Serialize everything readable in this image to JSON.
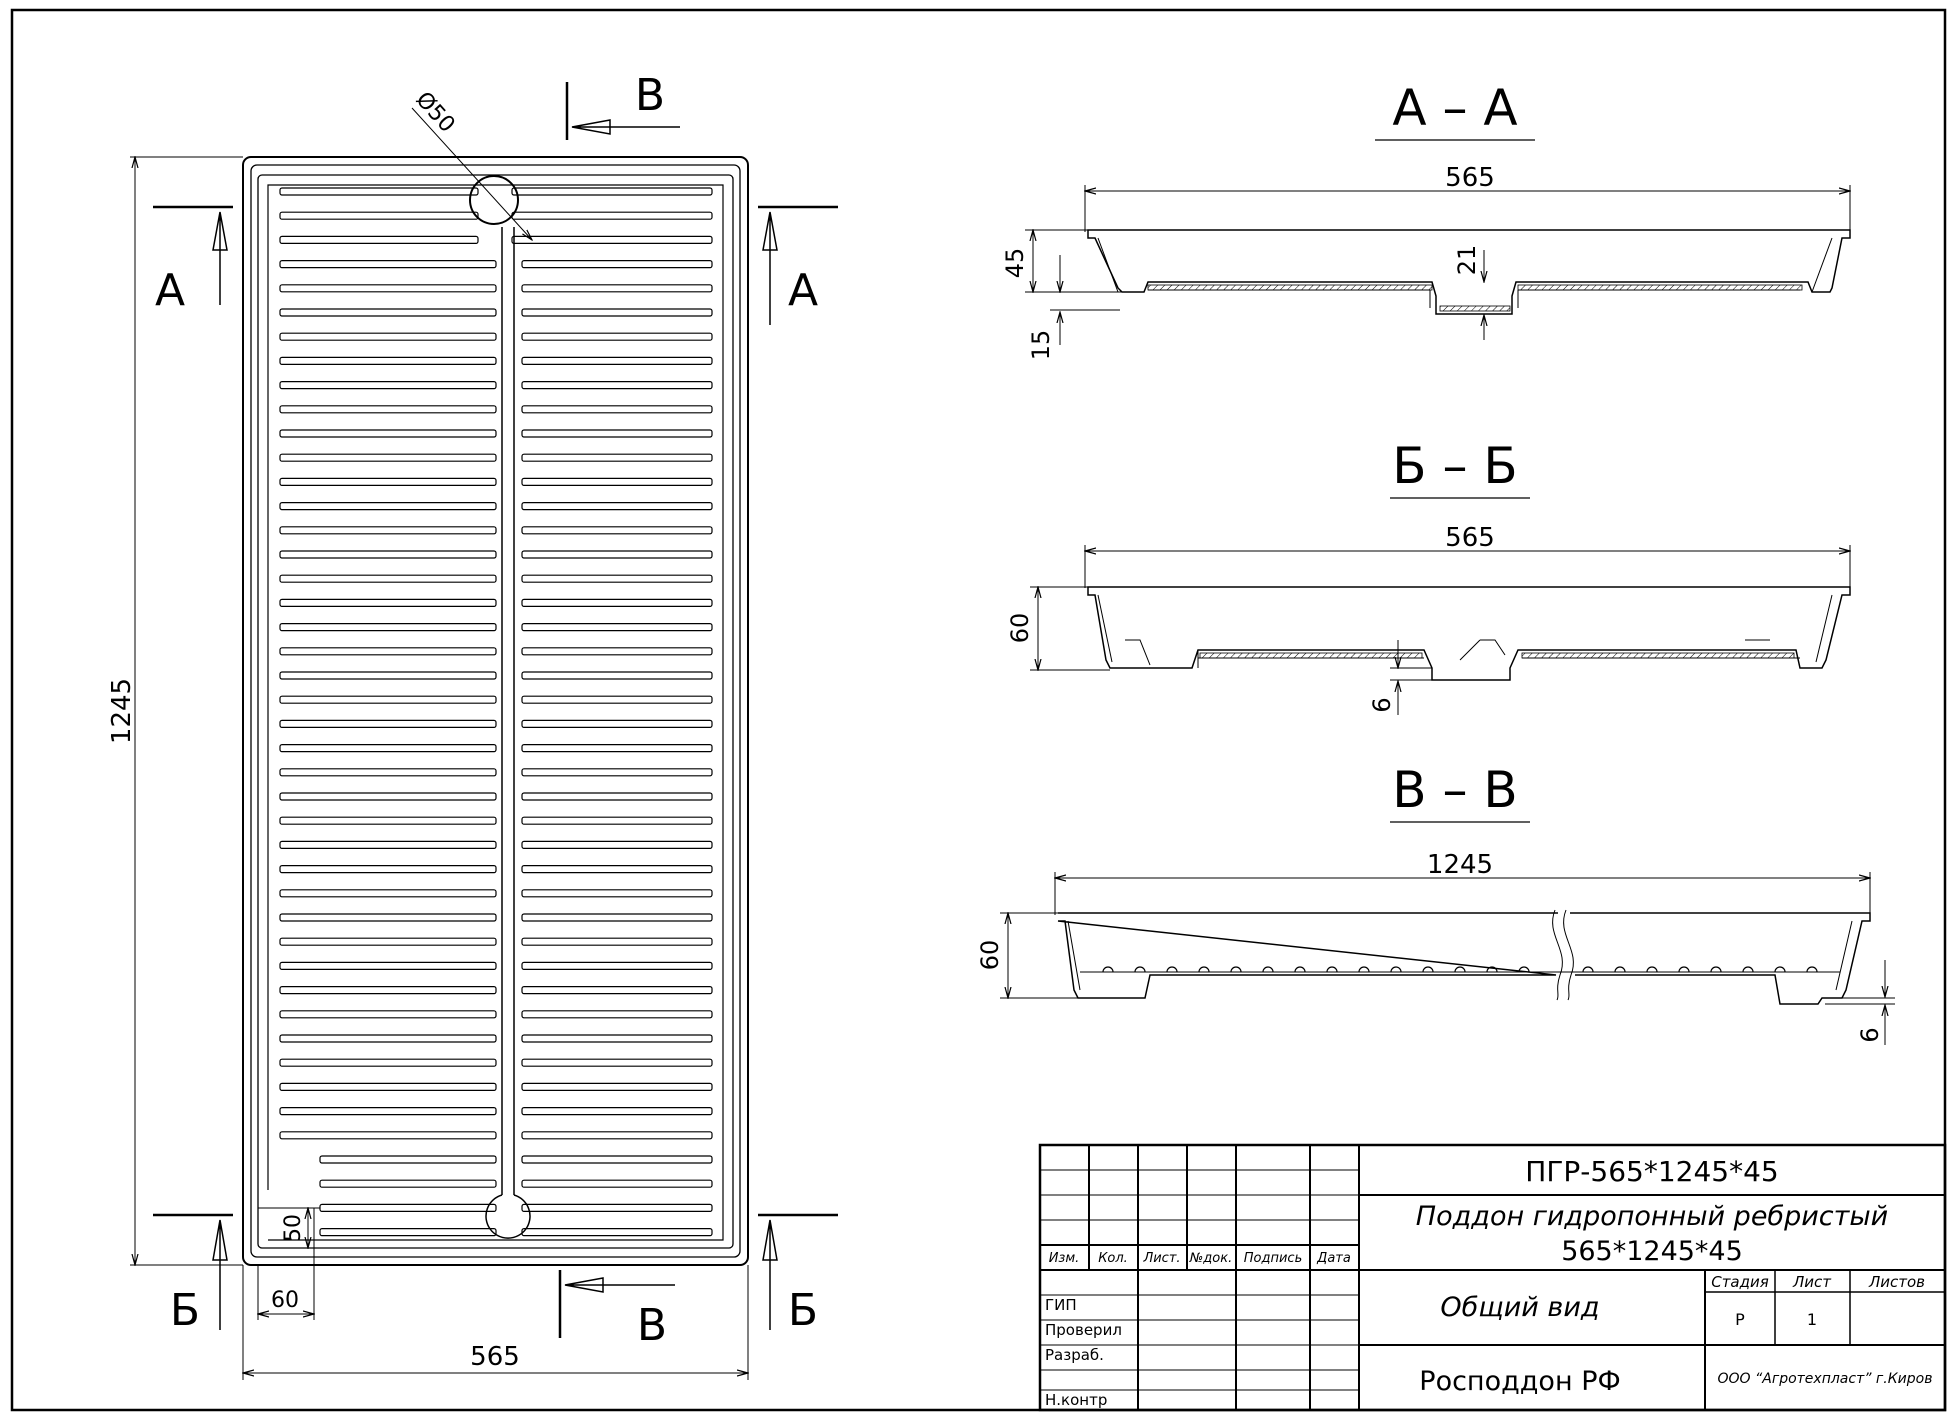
{
  "plan_view": {
    "dim_overall_length": "1245",
    "dim_overall_width": "565",
    "dim_drain_diameter": "Ø50",
    "dim_offset_50": "50",
    "dim_offset_60": "60",
    "section_a_label": "А",
    "section_b_label": "Б",
    "section_v_label": "В"
  },
  "section_aa": {
    "title": "А – А",
    "dim_width": "565",
    "dim_height": "45",
    "dim_base": "15",
    "dim_channel": "21"
  },
  "section_bb": {
    "title": "Б – Б",
    "dim_width": "565",
    "dim_height": "60",
    "dim_step": "6"
  },
  "section_vv": {
    "title": "В – В",
    "dim_length": "1245",
    "dim_height": "60",
    "dim_step": "6"
  },
  "title_block": {
    "doc_code": "ПГР-565*1245*45",
    "product_name_line1": "Поддон гидропонный ребристый",
    "product_name_line2": "565*1245*45",
    "view_name": "Общий вид",
    "brand": "Роcподдон РФ",
    "organization": "ООО “Агротехпласт” г.Киров",
    "stage_header": "Стадия",
    "sheet_header": "Лист",
    "sheets_header": "Листов",
    "stage_value": "Р",
    "sheet_value": "1",
    "sheets_value": "",
    "col_izm": "Изм.",
    "col_kol": "Кол.",
    "col_list": "Лист.",
    "col_ndok": "№док.",
    "col_podpis": "Подпись",
    "col_data": "Дата",
    "role_gip": "ГИП",
    "role_proveril": "Проверил",
    "role_razrab": "Разраб.",
    "role_nkontr": "Н.контр"
  }
}
